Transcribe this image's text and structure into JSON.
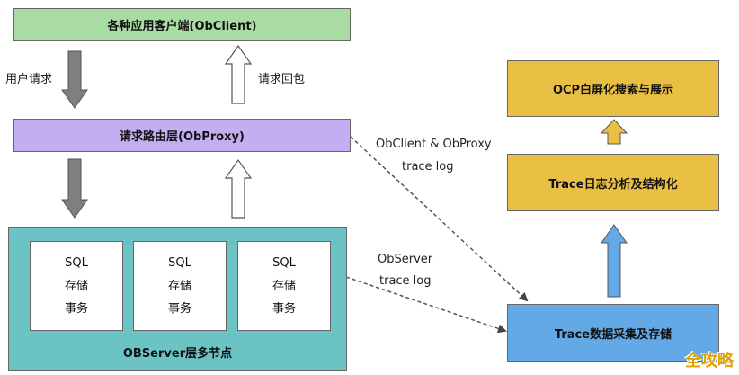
{
  "colors": {
    "client": "#a9dca3",
    "proxy": "#c2aef0",
    "server": "#6cc3c3",
    "ocp": "#e9c044",
    "trace_analysis": "#e9c044",
    "trace_collect": "#62a9e6",
    "gray_arrow": "#7f7f7f",
    "blue_arrow": "#62a9e6",
    "gold_arrow": "#e9c044"
  },
  "nodes": {
    "client": "各种应用客户端(ObClient)",
    "proxy": "请求路由层(ObProxy)",
    "server": "OBServer层多节点",
    "ocp": "OCP白屏化搜索与展示",
    "trace_analysis": "Trace日志分析及结构化",
    "trace_collect": "Trace数据采集及存储"
  },
  "storage_units": [
    {
      "line1": "SQL",
      "line2": "存储",
      "line3": "事务"
    },
    {
      "line1": "SQL",
      "line2": "存储",
      "line3": "事务"
    },
    {
      "line1": "SQL",
      "line2": "存储",
      "line3": "事务"
    }
  ],
  "labels": {
    "user_request": "用户请求",
    "request_response": "请求回包",
    "proxy_log_line1": "ObClient & ObProxy",
    "proxy_log_line2": "trace log",
    "server_log_line1": "ObServer",
    "server_log_line2": "trace log"
  },
  "watermark": "全攻略"
}
